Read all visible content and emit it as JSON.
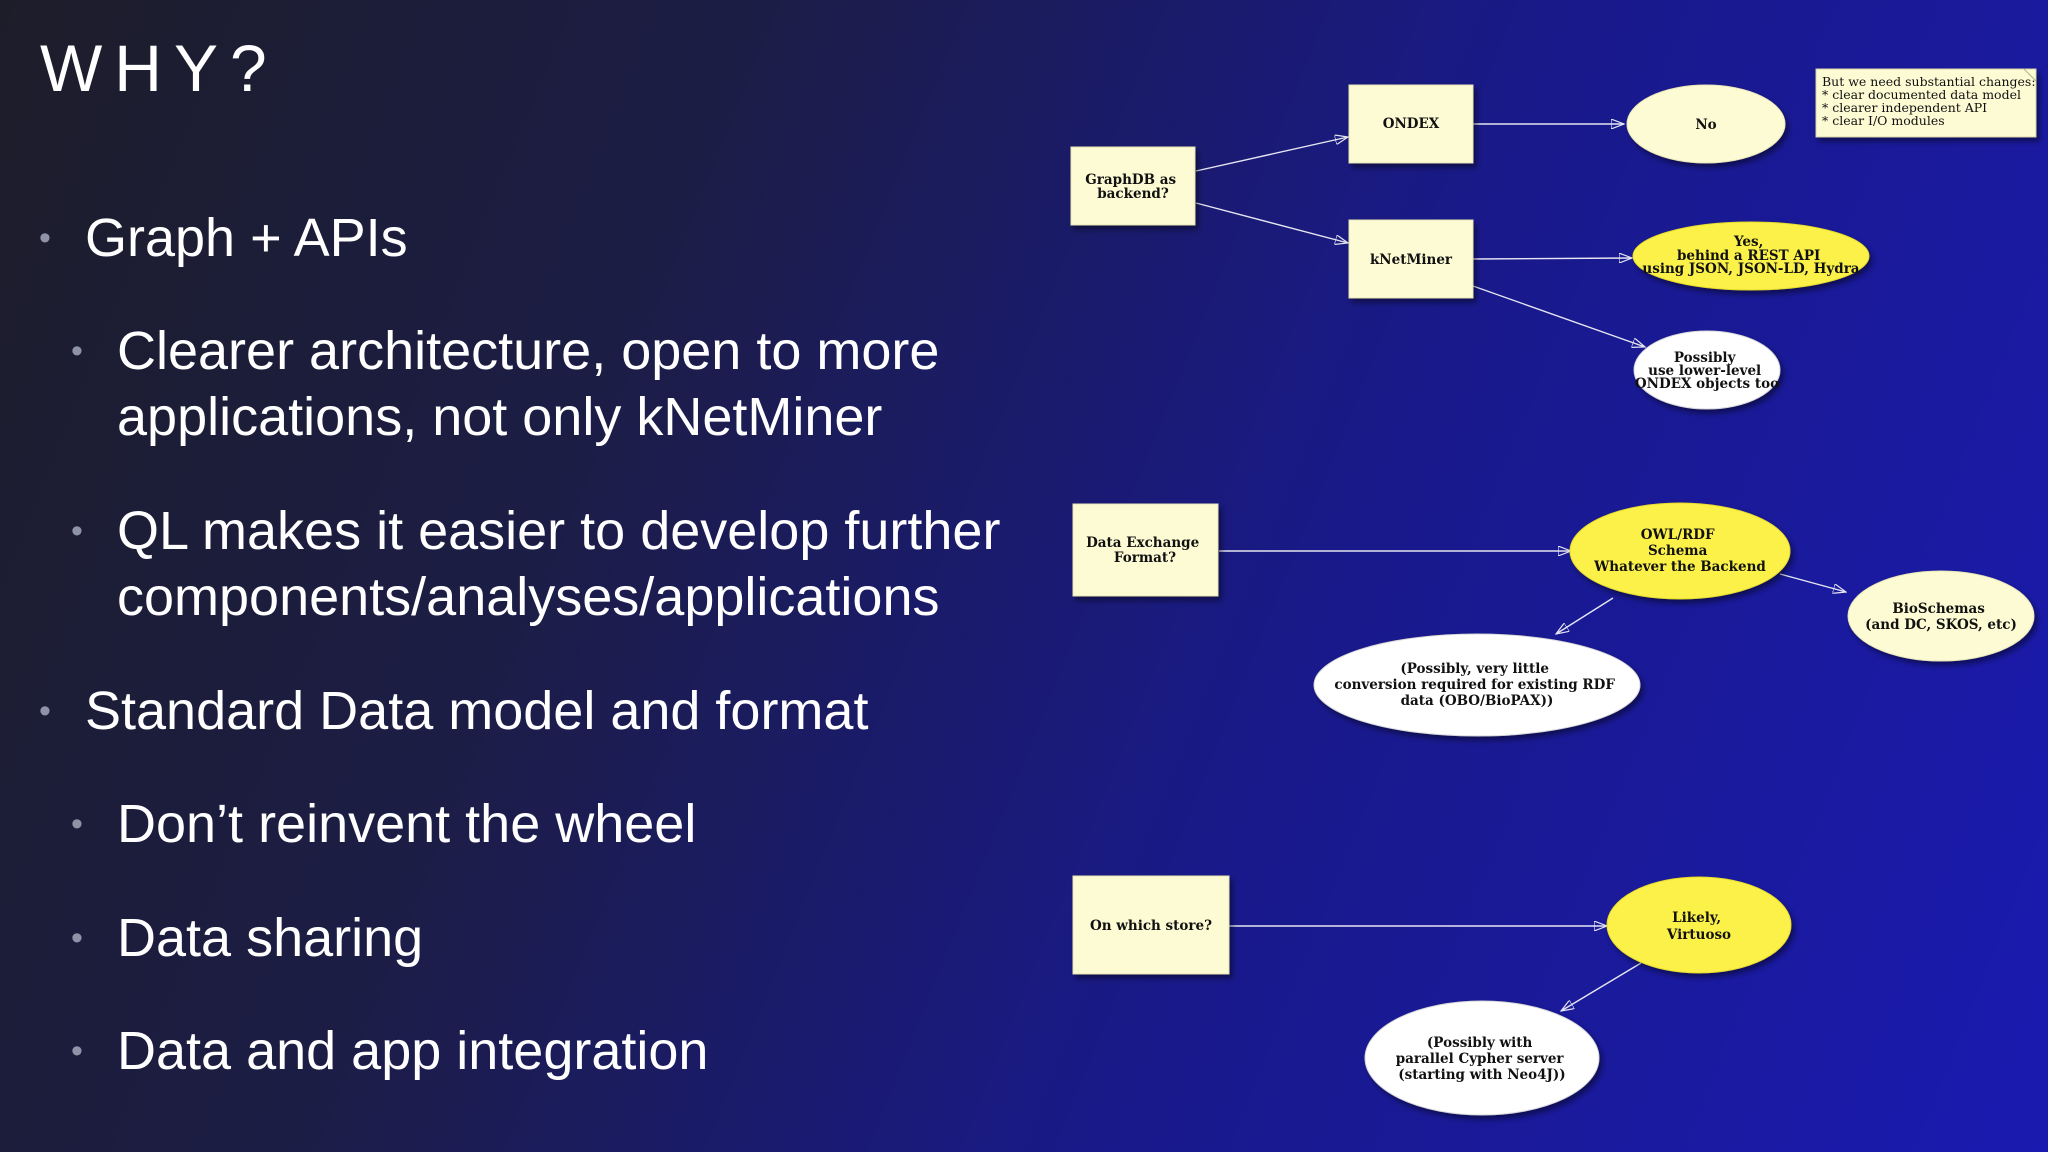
{
  "slide": {
    "title": "WHY?",
    "bullets": [
      {
        "level": 1,
        "lines": [
          "Graph + APIs"
        ]
      },
      {
        "level": 2,
        "lines": [
          "Clearer architecture, open to more",
          "applications, not only kNetMiner"
        ]
      },
      {
        "level": 2,
        "lines": [
          "QL makes it easier to develop further",
          "components/analyses/applications"
        ]
      },
      {
        "level": 1,
        "lines": [
          "Standard Data model and format"
        ]
      },
      {
        "level": 2,
        "lines": [
          "Don’t reinvent the wheel"
        ]
      },
      {
        "level": 2,
        "lines": [
          "Data sharing"
        ]
      },
      {
        "level": 2,
        "lines": [
          "Data and app integration"
        ]
      }
    ]
  },
  "diagram": {
    "nodes": {
      "graphdb": {
        "lines": [
          "GraphDB as",
          "backend?"
        ]
      },
      "ondex": {
        "lines": [
          "ONDEX"
        ]
      },
      "knetminer": {
        "lines": [
          "kNetMiner"
        ]
      },
      "no": {
        "lines": [
          "No"
        ]
      },
      "yes_rest": {
        "lines": [
          "Yes,",
          "behind a REST API",
          "using JSON, JSON-LD, Hydra"
        ]
      },
      "possibly_ondex": {
        "lines": [
          "Possibly",
          "use lower-level",
          "ONDEX objects too"
        ]
      },
      "data_exchange": {
        "lines": [
          "Data Exchange",
          "Format?"
        ]
      },
      "owl_rdf": {
        "lines": [
          "OWL/RDF",
          "Schema",
          "Whatever the Backend"
        ]
      },
      "bioschemas": {
        "lines": [
          "BioSchemas",
          "(and DC, SKOS, etc)"
        ]
      },
      "possibly_rdf": {
        "lines": [
          "(Possibly, very little",
          "conversion required for existing RDF",
          "data (OBO/BioPAX))"
        ]
      },
      "which_store": {
        "lines": [
          "On which store?"
        ]
      },
      "virtuoso": {
        "lines": [
          "Likely,",
          "Virtuoso"
        ]
      },
      "cypher": {
        "lines": [
          "(Possibly with",
          "parallel Cypher server",
          "(starting with Neo4J))"
        ]
      }
    },
    "note": {
      "lines": [
        "But we need substantial changes:",
        "* clear documented data model",
        "* clearer independent API",
        "* clear I/O modules"
      ]
    },
    "colors": {
      "rect_fill": "#fdfbd3",
      "yellow_fill": "#fbf14a",
      "white_fill": "#ffffff",
      "edge": "#e6e6f2"
    }
  }
}
